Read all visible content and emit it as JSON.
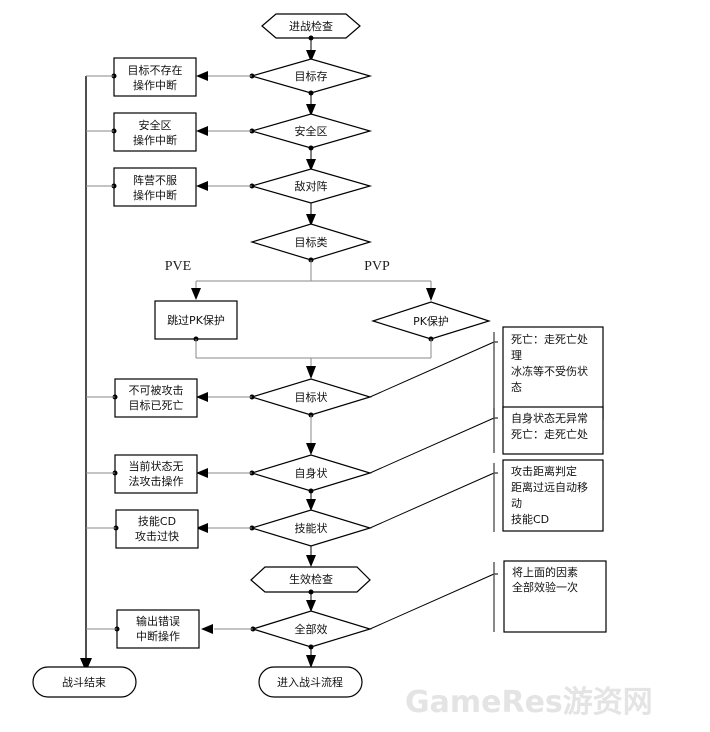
{
  "diagram": {
    "start": {
      "label": "进战检查"
    },
    "checks": [
      {
        "id": "target-exists",
        "label": "目标存",
        "error": [
          "目标不存在",
          "操作中断"
        ]
      },
      {
        "id": "safe-zone",
        "label": "安全区",
        "error": [
          "安全区",
          "操作中断"
        ]
      },
      {
        "id": "faction",
        "label": "敌对阵",
        "error": [
          "阵营不服",
          "操作中断"
        ]
      }
    ],
    "target_type": {
      "label": "目标类",
      "branch_left": "PVE",
      "branch_right": "PVP",
      "left_action": "跳过PK保护",
      "right_decision": "PK保护"
    },
    "state_checks": [
      {
        "id": "target-state",
        "label": "目标状",
        "error": [
          "不可被攻击",
          "目标已死亡"
        ],
        "note": [
          "死亡：走死亡处",
          "理",
          "冰冻等不受伤状",
          "态"
        ]
      },
      {
        "id": "self-state",
        "label": "自身状",
        "error": [
          "当前状态无",
          "法攻击操作"
        ],
        "note": [
          "自身状态无异常",
          "死亡：走死亡处"
        ]
      },
      {
        "id": "skill-state",
        "label": "技能状",
        "error": [
          "技能CD",
          "攻击过快"
        ],
        "note": [
          "攻击距离判定",
          "距离过远自动移",
          "动",
          "技能CD"
        ]
      }
    ],
    "effect_check": {
      "label": "生效检查"
    },
    "all_effect": {
      "label": "全部效",
      "error": [
        "输出错误",
        "中断操作"
      ],
      "note": [
        "将上面的因素",
        "全部效验一次"
      ]
    },
    "end_fail": {
      "label": "战斗结束"
    },
    "end_success": {
      "label": "进入战斗流程"
    }
  },
  "watermark": "GameRes游资网"
}
